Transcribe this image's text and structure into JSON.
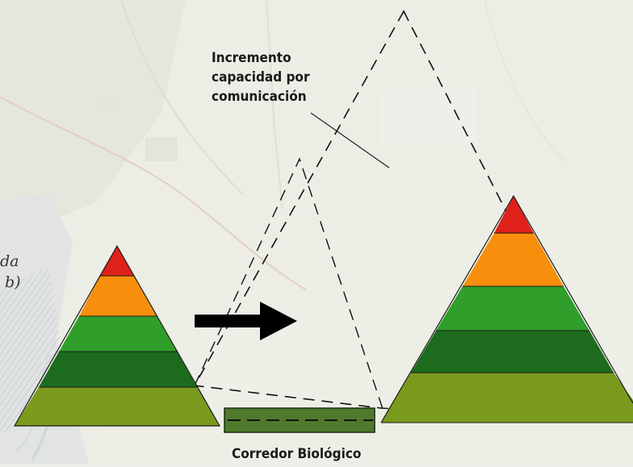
{
  "labels": {
    "increment_lines": [
      "Incremento",
      "capacidad por",
      "comunicación"
    ],
    "corridor": "Corredor Biológico"
  },
  "edge_fragments": [
    "da",
    "b)"
  ],
  "colors": {
    "band_top": "#e0201a",
    "band_2": "#f78f0c",
    "band_3": "#2f9e2a",
    "band_4": "#1d6c1e",
    "band_base": "#7a9a1e",
    "corridor_fill": "#4f7a2c",
    "arrow": "#000000",
    "dashed_outline": "#111111"
  },
  "icons": [
    "right-arrow-icon"
  ]
}
